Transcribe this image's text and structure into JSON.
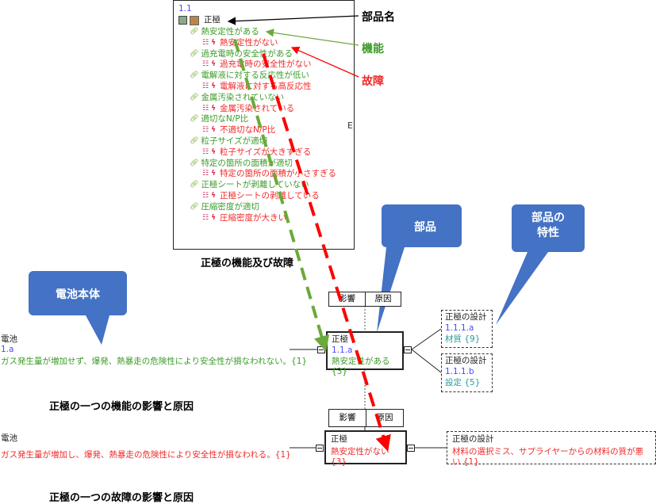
{
  "tree": {
    "id": "1.1",
    "part": "正極",
    "items": [
      {
        "function": "熱安定性がある",
        "failure": "熱安定性がない"
      },
      {
        "function": "過充電時の安全性がある",
        "failure": "過充電時の安全性がない"
      },
      {
        "function": "電解液に対する反応性が低い",
        "failure": "電解液に対する高反応性"
      },
      {
        "function": "金属汚染されていない",
        "failure": "金属汚染されている"
      },
      {
        "function": "適切なN/P比",
        "failure": "不適切なN/P比"
      },
      {
        "function": "粒子サイズが適切",
        "failure": "粒子サイズが大きすぎる"
      },
      {
        "function": "特定の箇所の面積が適切",
        "failure": "特定の箇所の面積が小さすぎる"
      },
      {
        "function": "正極シートが剥離していない",
        "failure": "正極シートの剥離している"
      },
      {
        "function": "圧縮密度が適切",
        "failure": "圧縮密度が大きい"
      }
    ]
  },
  "labels": {
    "part_name": "部品名",
    "function": "機能",
    "failure": "故障"
  },
  "captions": {
    "tree": "正極の機能及び故障",
    "function_diagram": "正極の一つの機能の影響と原因",
    "failure_diagram": "正極の一つの故障の影響と原因"
  },
  "callouts": {
    "battery": "電池本体",
    "part": "部品",
    "part_char": "部品の\n特性"
  },
  "function_diagram": {
    "effect_tab": "影響",
    "cause_tab": "原因",
    "left": {
      "name": "電池",
      "id": "1.a",
      "text": "ガス発生量が増加せず、爆発、熱暴走の危険性により安全性が損なわれない。{1}"
    },
    "node": {
      "name": "正極",
      "id": "1.1.a",
      "text": "熱安定性がある {3}"
    },
    "causes": [
      {
        "name": "正極の設計",
        "id": "1.1.1.a",
        "text": "材質 {9}"
      },
      {
        "name": "正極の設計",
        "id": "1.1.1.b",
        "text": "設定 {5}"
      }
    ]
  },
  "failure_diagram": {
    "effect_tab": "影響",
    "cause_tab": "原因",
    "left": {
      "name": "電池",
      "text": "ガス発生量が増加し、爆発、熱暴走の危険性により安全性が損なわれる。{1}"
    },
    "node": {
      "name": "正極",
      "text": "熱安定性がない {3}"
    },
    "cause": {
      "name": "正極の設計",
      "text": "材料の選択ミス、サプライヤーからの材料の質が悪い {1}"
    }
  },
  "colors": {
    "function": "#3d9b2a",
    "failure": "#f02a2a",
    "id": "#4a4aff",
    "callout": "#4472c4"
  }
}
